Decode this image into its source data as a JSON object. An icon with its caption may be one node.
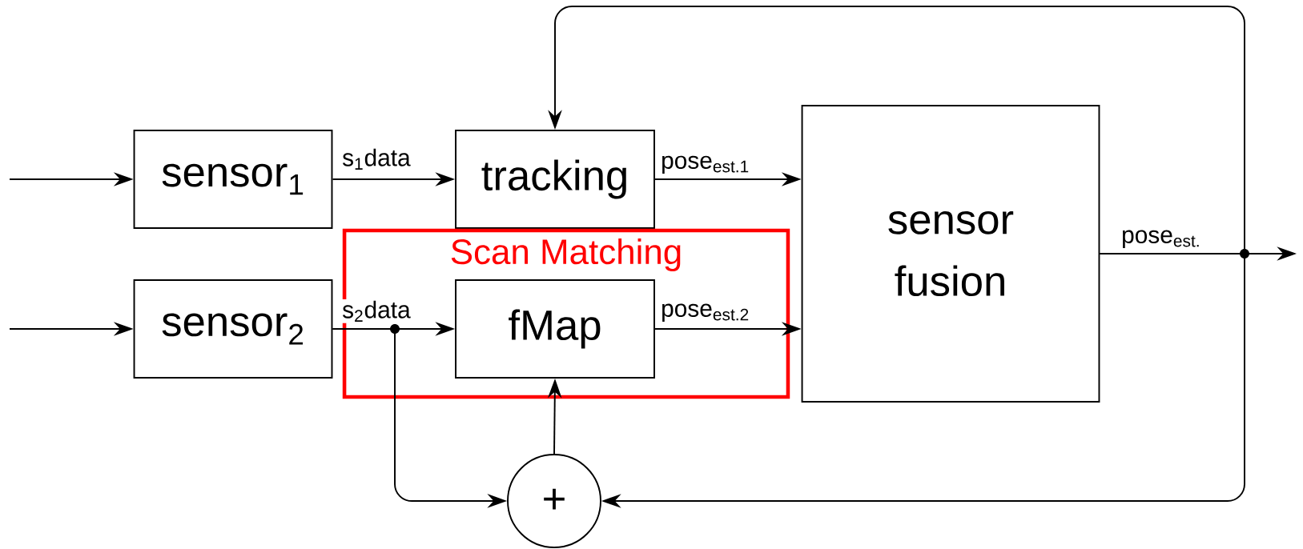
{
  "diagram": {
    "nodes": [
      {
        "text": [
          "sensor$_{1}$"
        ]
      },
      {
        "text": [
          "tracking"
        ]
      },
      {
        "text": [
          "sensor fusion"
        ]
      },
      {
        "text": [
          "sensor$_{2}$"
        ]
      },
      {
        "text": [
          "Scan Matching"
        ]
      },
      {
        "text": [
          "fMap"
        ],
        "in": 4
      },
      {
        "text": [
          "+"
        ]
      }
    ],
    "edges": [
      {
        "from": null,
        "to": 0,
        "arrow": "to"
      },
      {
        "from": 0,
        "to": 1,
        "arrow": "to",
        "label": "s$_{1}$data"
      },
      {
        "from": 1,
        "to": 2,
        "arrow": "to",
        "label": "pose$_{est.1}$"
      },
      {
        "from": null,
        "to": 3,
        "arrow": "to"
      },
      {
        "from": 3,
        "to": 5,
        "arrow": "to",
        "label": "s$_{2}$data"
      },
      {
        "from": 3,
        "to": 6,
        "arrow": "to"
      },
      {
        "from": 5,
        "to": 2,
        "arrow": "to",
        "label": "pose$_{est.2}$"
      },
      {
        "from": 6,
        "to": 5,
        "arrow": "to"
      },
      {
        "from": 2,
        "to": null,
        "arrow": "to",
        "label": "pose$_{est.}$"
      },
      {
        "from": 2,
        "to": 1,
        "arrow": "to"
      },
      {
        "from": 2,
        "to": 6,
        "arrow": "to"
      }
    ]
  }
}
